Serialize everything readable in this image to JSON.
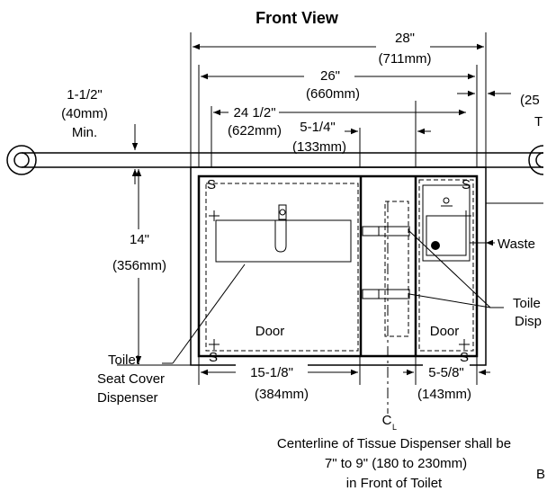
{
  "title": "Front View",
  "dimensions": {
    "overall_width": "28\"",
    "overall_width_mm": "(711mm)",
    "inner_width": "26\"",
    "inner_width_mm": "(660mm)",
    "mount_width": "24 1/2\"",
    "mount_width_mm": "(622mm)",
    "center_section": "5-1/4\"",
    "center_section_mm": "(133mm)",
    "grab_bar_clearance": "1-1/2\"",
    "grab_bar_clearance_mm": "(40mm)",
    "grab_bar_clearance_note": "Min.",
    "height": "14\"",
    "height_mm": "(356mm)",
    "left_to_centerline": "15-1/8\"",
    "left_to_centerline_mm": "(384mm)",
    "right_offset": "5-5/8\"",
    "right_offset_mm": "(143mm)",
    "cut_right_top": "(25",
    "cut_right_top2": "T"
  },
  "labels": {
    "screw": "S",
    "door_left": "Door",
    "door_right": "Door",
    "seat_cover": [
      "Toilet",
      "Seat Cover",
      "Dispenser"
    ],
    "waste": "Waste",
    "tissue": [
      "Toile",
      "Disp"
    ],
    "centerline_symbol": "C",
    "centerline_sub": "L",
    "bottom_cut": "B"
  },
  "note": [
    "Centerline of Tissue Dispenser shall be",
    "7\" to 9\" (180 to 230mm)",
    "in Front of Toilet"
  ]
}
